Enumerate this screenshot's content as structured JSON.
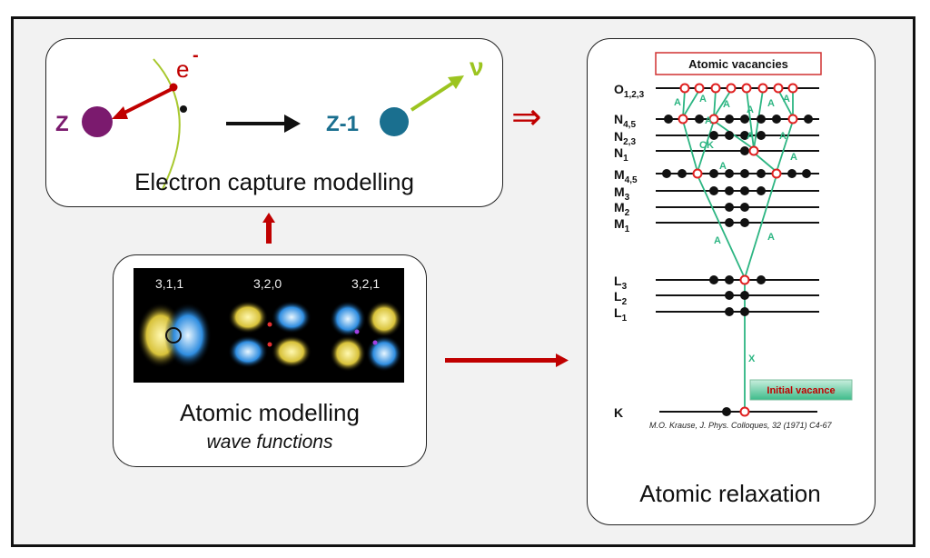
{
  "capture": {
    "title": "Electron capture modelling",
    "z": "Z",
    "z1": "Z-1",
    "electron": "e",
    "electron_sup": "-",
    "neutrino": "ν"
  },
  "atomic": {
    "title": "Atomic modelling",
    "subtitle": "wave functions",
    "orbitals": [
      "3,1,1",
      "3,2,0",
      "3,2,1"
    ]
  },
  "relax": {
    "title": "Atomic relaxation",
    "vacancies": "Atomic vacancies",
    "initial": "Initial vacance",
    "citation": "M.O. Krause, J. Phys. Colloques, 32 (1971)  C4-67",
    "levels": [
      {
        "main": "O",
        "sub": "1,2,3"
      },
      {
        "main": "N",
        "sub": "4,5"
      },
      {
        "main": "N",
        "sub": "2,3"
      },
      {
        "main": "N",
        "sub": "1"
      },
      {
        "main": "M",
        "sub": "4,5"
      },
      {
        "main": "M",
        "sub": "3"
      },
      {
        "main": "M",
        "sub": "2"
      },
      {
        "main": "M",
        "sub": "1"
      },
      {
        "main": "L",
        "sub": "3"
      },
      {
        "main": "L",
        "sub": "2"
      },
      {
        "main": "L",
        "sub": "1"
      },
      {
        "main": "K",
        "sub": ""
      }
    ],
    "transition_a": "A",
    "transition_ck": "CK",
    "transition_x": "X"
  },
  "implies_symbol": "⇒",
  "colors": {
    "z_purple": "#7b1a6e",
    "z1_teal": "#1a6f8f",
    "neutrino_green": "#9cc420",
    "arrow_red": "#c00000",
    "transition_green": "#2cb582",
    "vacancy_red": "#e02020"
  }
}
